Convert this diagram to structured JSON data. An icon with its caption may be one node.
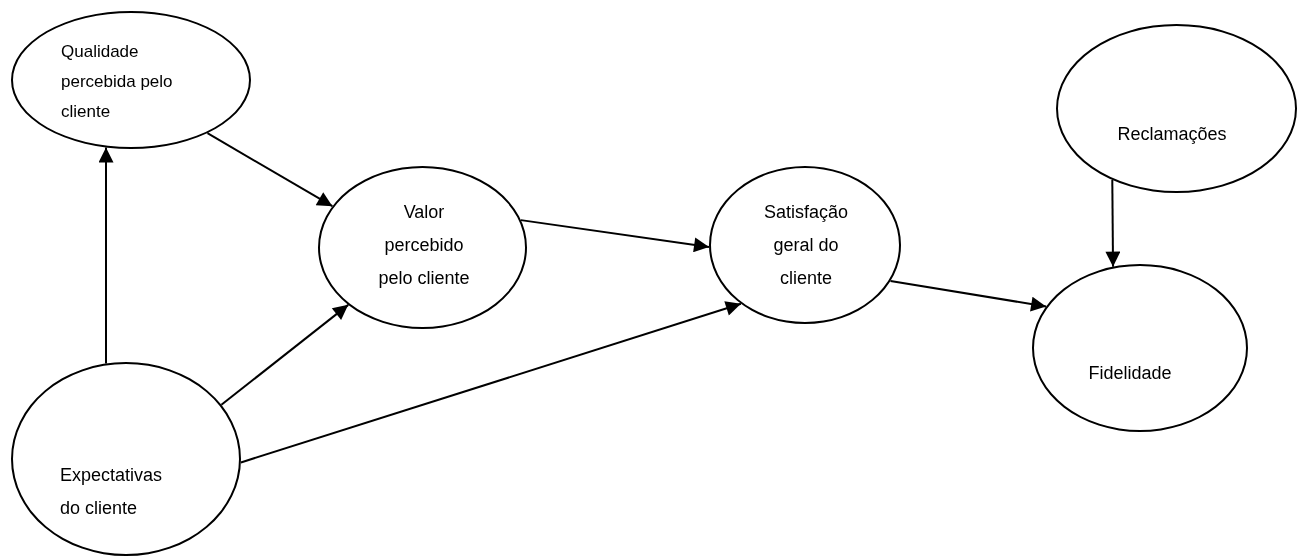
{
  "diagram": {
    "nodes": [
      {
        "text": [
          "Qualidade percebida pelo cliente"
        ]
      },
      {
        "text": [
          "Valor percebido pelo cliente"
        ]
      },
      {
        "text": [
          "Satisfação geral do cliente"
        ]
      },
      {
        "text": [
          "Reclamações"
        ]
      },
      {
        "text": [
          "Fidelidade"
        ]
      },
      {
        "text": [
          "Expectativas do cliente"
        ]
      }
    ],
    "edges": [
      {
        "from": 5,
        "to": 0,
        "arrow": "to"
      },
      {
        "from": 0,
        "to": 1,
        "arrow": "to"
      },
      {
        "from": 5,
        "to": 1,
        "arrow": "to"
      },
      {
        "from": 1,
        "to": 2,
        "arrow": "to"
      },
      {
        "from": 5,
        "to": 2,
        "arrow": "to"
      },
      {
        "from": 2,
        "to": 4,
        "arrow": "to"
      },
      {
        "from": 3,
        "to": 4,
        "arrow": "to"
      }
    ]
  }
}
